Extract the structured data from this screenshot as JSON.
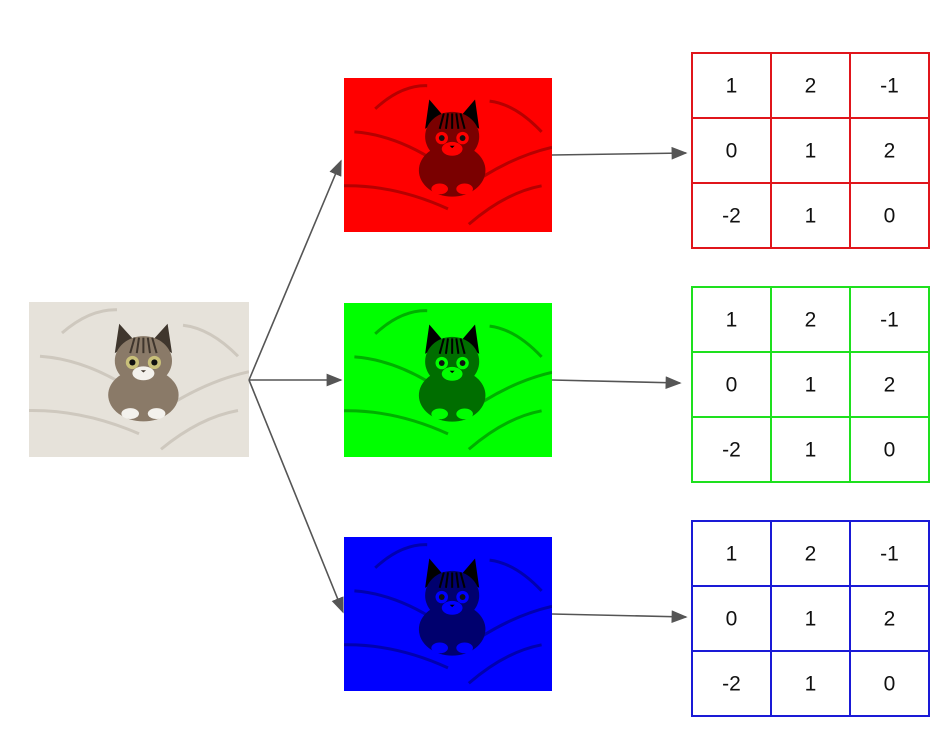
{
  "source_image": {
    "icon": "kitten-photo",
    "palette": {
      "bedsheet": "#e6e2da",
      "bedsheet_shadow": "#b9b3a8",
      "fur": "#8a7a68",
      "fur_dark": "#3f362d"
    }
  },
  "channels": [
    {
      "name": "red",
      "color": "#ff0000",
      "border_color": "#e0151b",
      "dark_tone": "#7a0000",
      "matrix": [
        [
          "1",
          "2",
          "-1"
        ],
        [
          "0",
          "1",
          "2"
        ],
        [
          "-2",
          "1",
          "0"
        ]
      ]
    },
    {
      "name": "green",
      "color": "#00ff00",
      "border_color": "#1ee01e",
      "dark_tone": "#006e00",
      "matrix": [
        [
          "1",
          "2",
          "-1"
        ],
        [
          "0",
          "1",
          "2"
        ],
        [
          "-2",
          "1",
          "0"
        ]
      ]
    },
    {
      "name": "blue",
      "color": "#0000ff",
      "border_color": "#1a1ad6",
      "dark_tone": "#00006e",
      "matrix": [
        [
          "1",
          "2",
          "-1"
        ],
        [
          "0",
          "1",
          "2"
        ],
        [
          "-2",
          "1",
          "0"
        ]
      ]
    }
  ],
  "arrow_color": "#555555"
}
